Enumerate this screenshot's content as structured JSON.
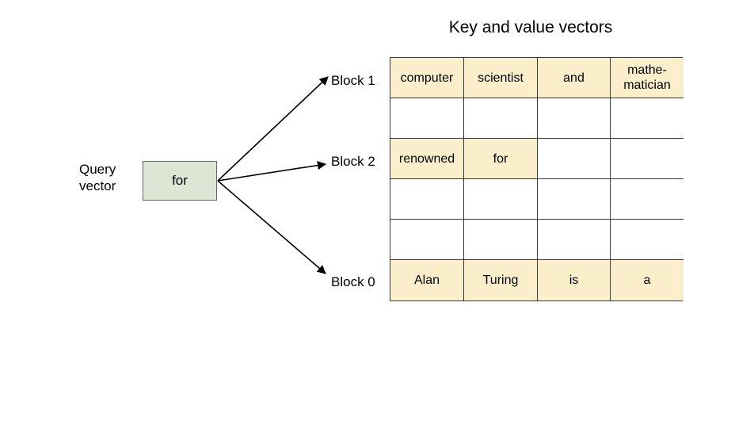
{
  "title": "Key and value vectors",
  "query": {
    "label_line1": "Query",
    "label_line2": "vector",
    "label": "Query vector",
    "token": "for",
    "box_fill": "#dde6d5",
    "box_border": "#5b6b57"
  },
  "colors": {
    "filled_cell": "#faefca",
    "empty_cell": "#ffffff",
    "grid_line": "#3a3a3a",
    "background": "#ffffff",
    "text": "#000000"
  },
  "arrows": [
    {
      "name": "arrow-to-block-1",
      "target": "Block 1"
    },
    {
      "name": "arrow-to-block-2",
      "target": "Block 2"
    },
    {
      "name": "arrow-to-block-0",
      "target": "Block 0"
    }
  ],
  "block_labels": [
    {
      "id": "block-1",
      "text": "Block 1",
      "row_index": 0
    },
    {
      "id": "block-2",
      "text": "Block 2",
      "row_index": 2
    },
    {
      "id": "block-0",
      "text": "Block 0",
      "row_index": 5
    }
  ],
  "grid": {
    "rows": 6,
    "cols": 4,
    "cells": [
      [
        {
          "text": "computer",
          "filled": true
        },
        {
          "text": "scientist",
          "filled": true
        },
        {
          "text": "and",
          "filled": true
        },
        {
          "text": "mathe-\nmatician",
          "filled": true
        }
      ],
      [
        {
          "text": "",
          "filled": false
        },
        {
          "text": "",
          "filled": false
        },
        {
          "text": "",
          "filled": false
        },
        {
          "text": "",
          "filled": false
        }
      ],
      [
        {
          "text": "renowned",
          "filled": true
        },
        {
          "text": "for",
          "filled": true
        },
        {
          "text": "",
          "filled": false
        },
        {
          "text": "",
          "filled": false
        }
      ],
      [
        {
          "text": "",
          "filled": false
        },
        {
          "text": "",
          "filled": false
        },
        {
          "text": "",
          "filled": false
        },
        {
          "text": "",
          "filled": false
        }
      ],
      [
        {
          "text": "",
          "filled": false
        },
        {
          "text": "",
          "filled": false
        },
        {
          "text": "",
          "filled": false
        },
        {
          "text": "",
          "filled": false
        }
      ],
      [
        {
          "text": "Alan",
          "filled": true
        },
        {
          "text": "Turing",
          "filled": true
        },
        {
          "text": "is",
          "filled": true
        },
        {
          "text": "a",
          "filled": true
        }
      ]
    ]
  }
}
